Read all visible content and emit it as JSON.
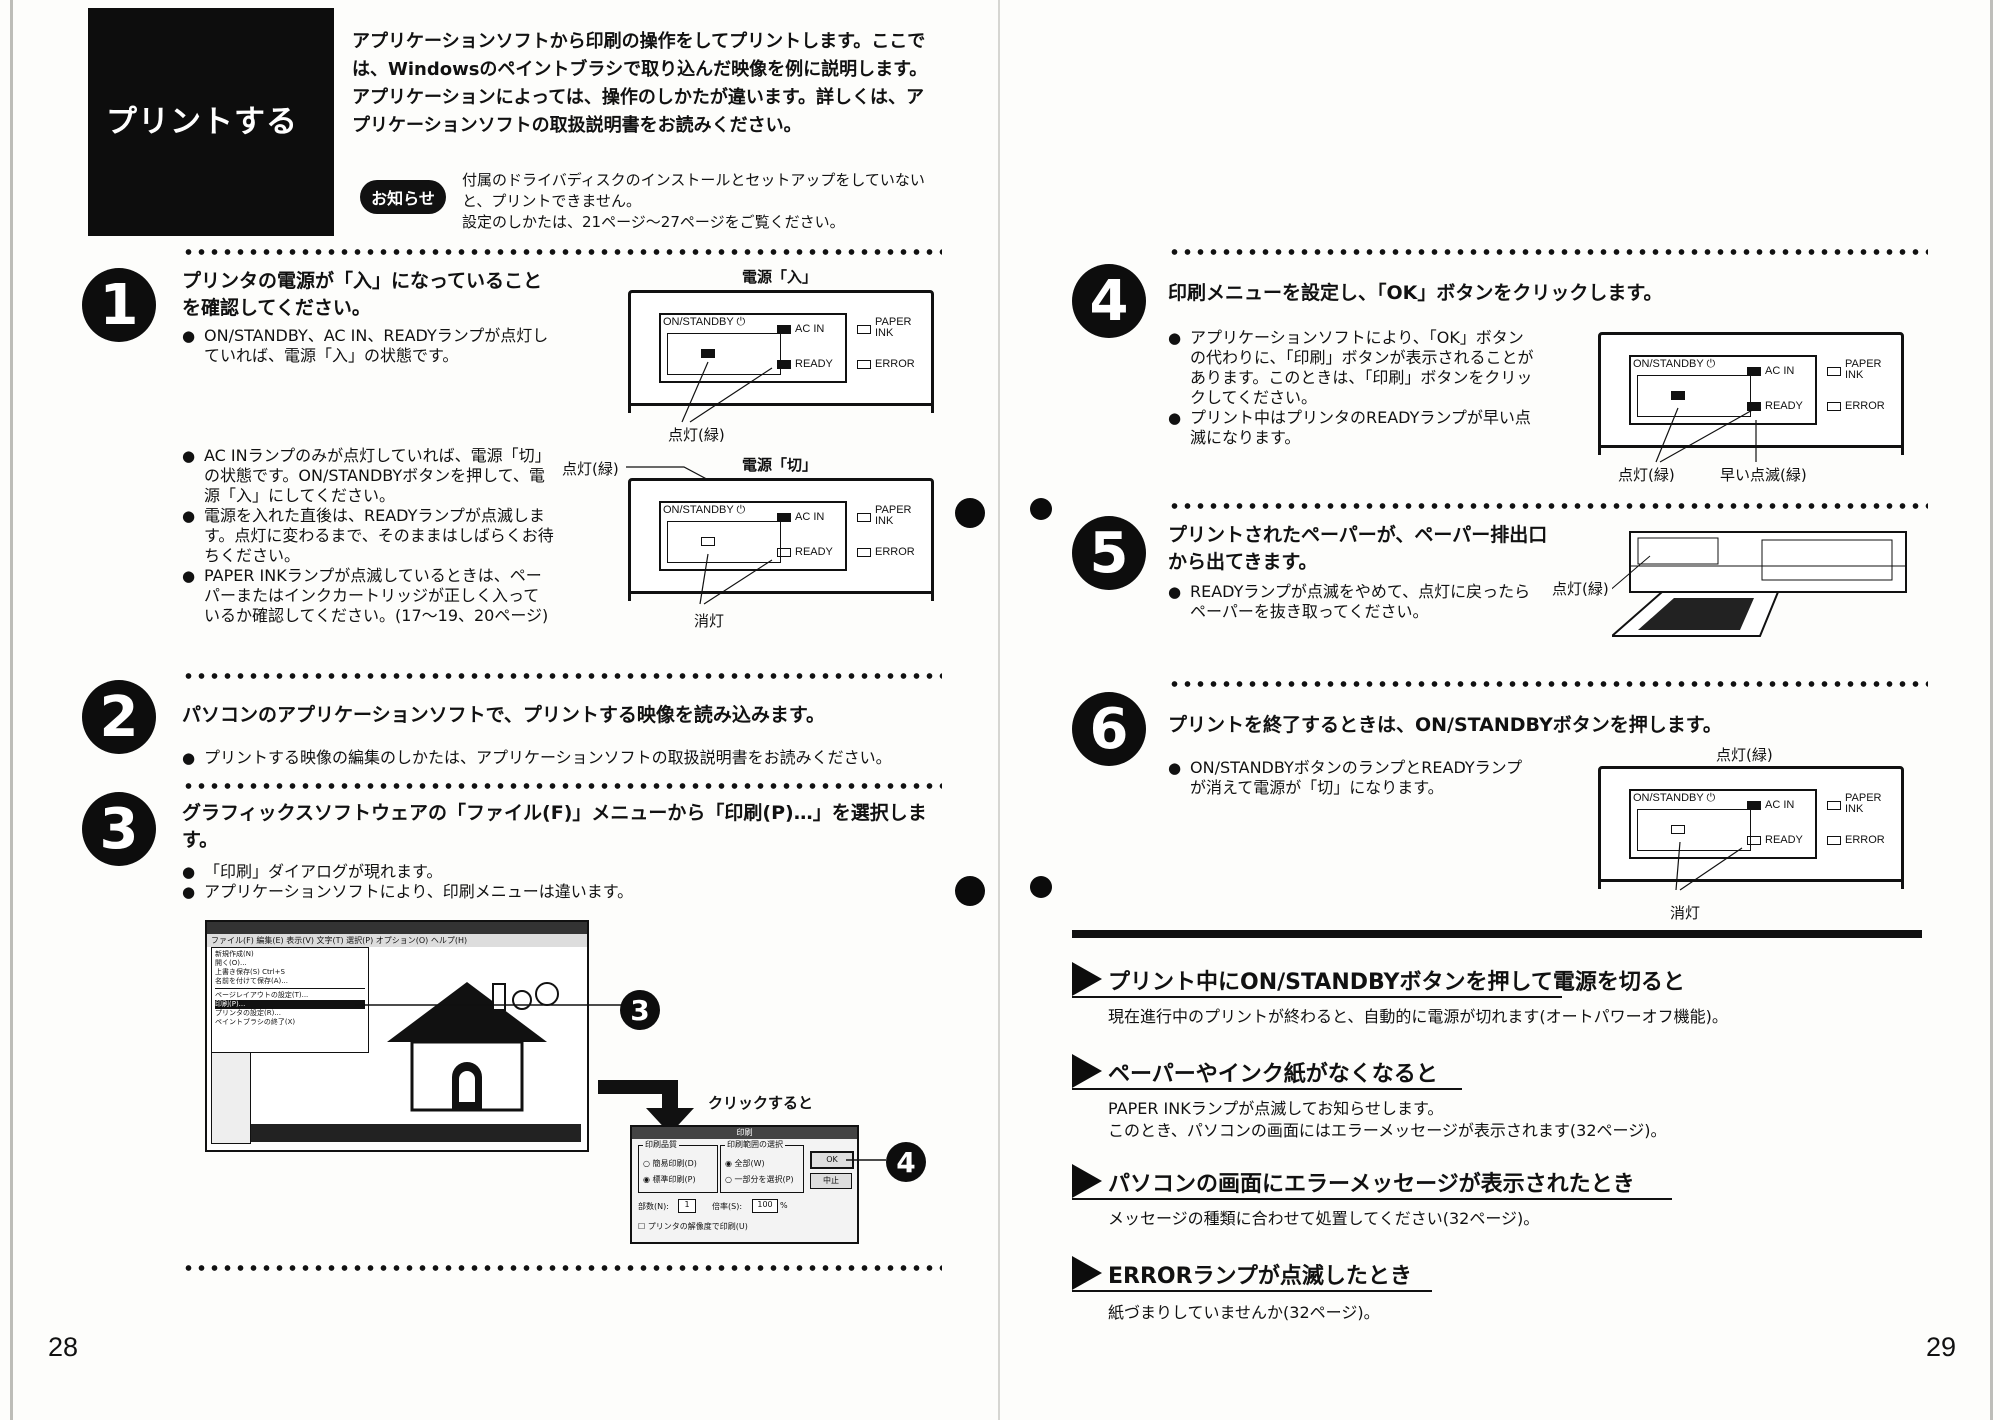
{
  "left": {
    "title": "プリントする",
    "intro": "アプリケーションソフトから印刷の操作をしてプリントします。ここでは、Windowsのペイントブラシで取り込んだ映像を例に説明します。アプリケーションによっては、操作のしかたが違います。詳しくは、アプリケーションソフトの取扱説明書をお読みください。",
    "notice_badge": "お知らせ",
    "notice_text_1": "付属のドライバディスクのインストールとセットアップをしていないと、プリントできません。",
    "notice_text_2": "設定のしかたは、21ページ〜27ページをご覧ください。",
    "step1": {
      "num": "1",
      "title": "プリンタの電源が「入」になっていることを確認してください。",
      "bullet1": "ON/STANDBY、AC IN、READYランプが点灯していれば、電源「入」の状態です。",
      "bullet2": "AC INランプのみが点灯していれば、電源「切」の状態です。ON/STANDBYボタンを押して、電源「入」にしてください。",
      "bullet3": "電源を入れた直後は、READYランプが点滅します。点灯に変わるまで、そのままはしばらくお待ちください。",
      "bullet4": "PAPER INKランプが点滅しているときは、ペーパーまたはインクカートリッジが正しく入っているか確認してください。(17〜19、20ページ)",
      "panel_on_caption": "電源「入」",
      "panel_on_below": "点灯(緑)",
      "panel_off_caption": "電源「切」",
      "panel_off_left": "点灯(緑)",
      "panel_off_below": "消灯"
    },
    "step2": {
      "num": "2",
      "title": "パソコンのアプリケーションソフトで、プリントする映像を読み込みます。",
      "bullet1": "プリントする映像の編集のしかたは、アプリケーションソフトの取扱説明書をお読みください。"
    },
    "step3": {
      "num": "3",
      "title": "グラフィックスソフトウェアの「ファイル(F)」メニューから「印刷(P)…」を選択します。",
      "bullet1": "「印刷」ダイアログが現れます。",
      "bullet2": "アプリケーションソフトにより、印刷メニューは違います。",
      "click_label": "クリックすると",
      "callout3": "3",
      "callout4": "4"
    },
    "paint": {
      "menubar": "ファイル(F) 編集(E) 表示(V) 文字(T) 選択(P) オプション(O) ヘルプ(H)",
      "menu_items": [
        "新規作成(N)",
        "開く(O)...",
        "上書き保存(S)   Ctrl+S",
        "名前を付けて保存(A)...",
        "ページレイアウトの設定(T)...",
        "印刷(P)...",
        "プリンタの設定(R)...",
        "ペイントブラシの終了(X)"
      ]
    },
    "dialog": {
      "title": "印刷",
      "quality_group": "印刷品質",
      "quality_opt1": "簡易印刷(D)",
      "quality_opt2": "標準印刷(P)",
      "range_group": "印刷範囲の選択",
      "range_opt1": "全部(W)",
      "range_opt2": "一部分を選択(P)",
      "ok": "OK",
      "cancel": "中止",
      "copies_label": "部数(N):",
      "copies_value": "1",
      "scale_label": "倍率(S):",
      "scale_value": "100",
      "scale_unit": "%",
      "checkbox": "プリンタの解像度で印刷(U)"
    },
    "page_number": "28"
  },
  "right": {
    "step4": {
      "num": "4",
      "title": "印刷メニューを設定し、「OK」ボタンをクリックします。",
      "bullet1": "アプリケーションソフトにより、「OK」ボタンの代わりに、「印刷」ボタンが表示されることがあります。このときは、「印刷」ボタンをクリックしてください。",
      "bullet2": "プリント中はプリンタのREADYランプが早い点滅になります。",
      "panel_below_left": "点灯(緑)",
      "panel_below_right": "早い点滅(緑)"
    },
    "step5": {
      "num": "5",
      "title": "プリントされたペーパーが、ペーパー排出口から出てきます。",
      "bullet1": "READYランプが点滅をやめて、点灯に戻ったらペーパーを抜き取ってください。",
      "lamp_label": "点灯(緑)"
    },
    "step6": {
      "num": "6",
      "title": "プリントを終了するときは、ON/STANDBYボタンを押します。",
      "bullet1": "ON/STANDBYボタンのランプとREADYランプが消えて電源が「切」になります。",
      "panel_above": "点灯(緑)",
      "panel_below": "消灯"
    },
    "sections": [
      {
        "title": "プリント中にON/STANDBYボタンを押して電源を切ると",
        "text": "現在進行中のプリントが終わると、自動的に電源が切れます(オートパワーオフ機能)。"
      },
      {
        "title": "ペーパーやインク紙がなくなると",
        "text": "PAPER INKランプが点滅してお知らせします。",
        "text2": "このとき、パソコンの画面にはエラーメッセージが表示されます(32ページ)。"
      },
      {
        "title": "パソコンの画面にエラーメッセージが表示されたとき",
        "text": "メッセージの種類に合わせて処置してください(32ページ)。"
      },
      {
        "title": "ERRORランプが点滅したとき",
        "text": "紙づまりしていませんか(32ページ)。"
      }
    ],
    "page_number": "29"
  },
  "panel_labels": {
    "on_standby": "ON/STANDBY ⏻",
    "ac_in": "AC IN",
    "ready": "READY",
    "paper": "PAPER",
    "ink": "INK",
    "error": "ERROR"
  }
}
